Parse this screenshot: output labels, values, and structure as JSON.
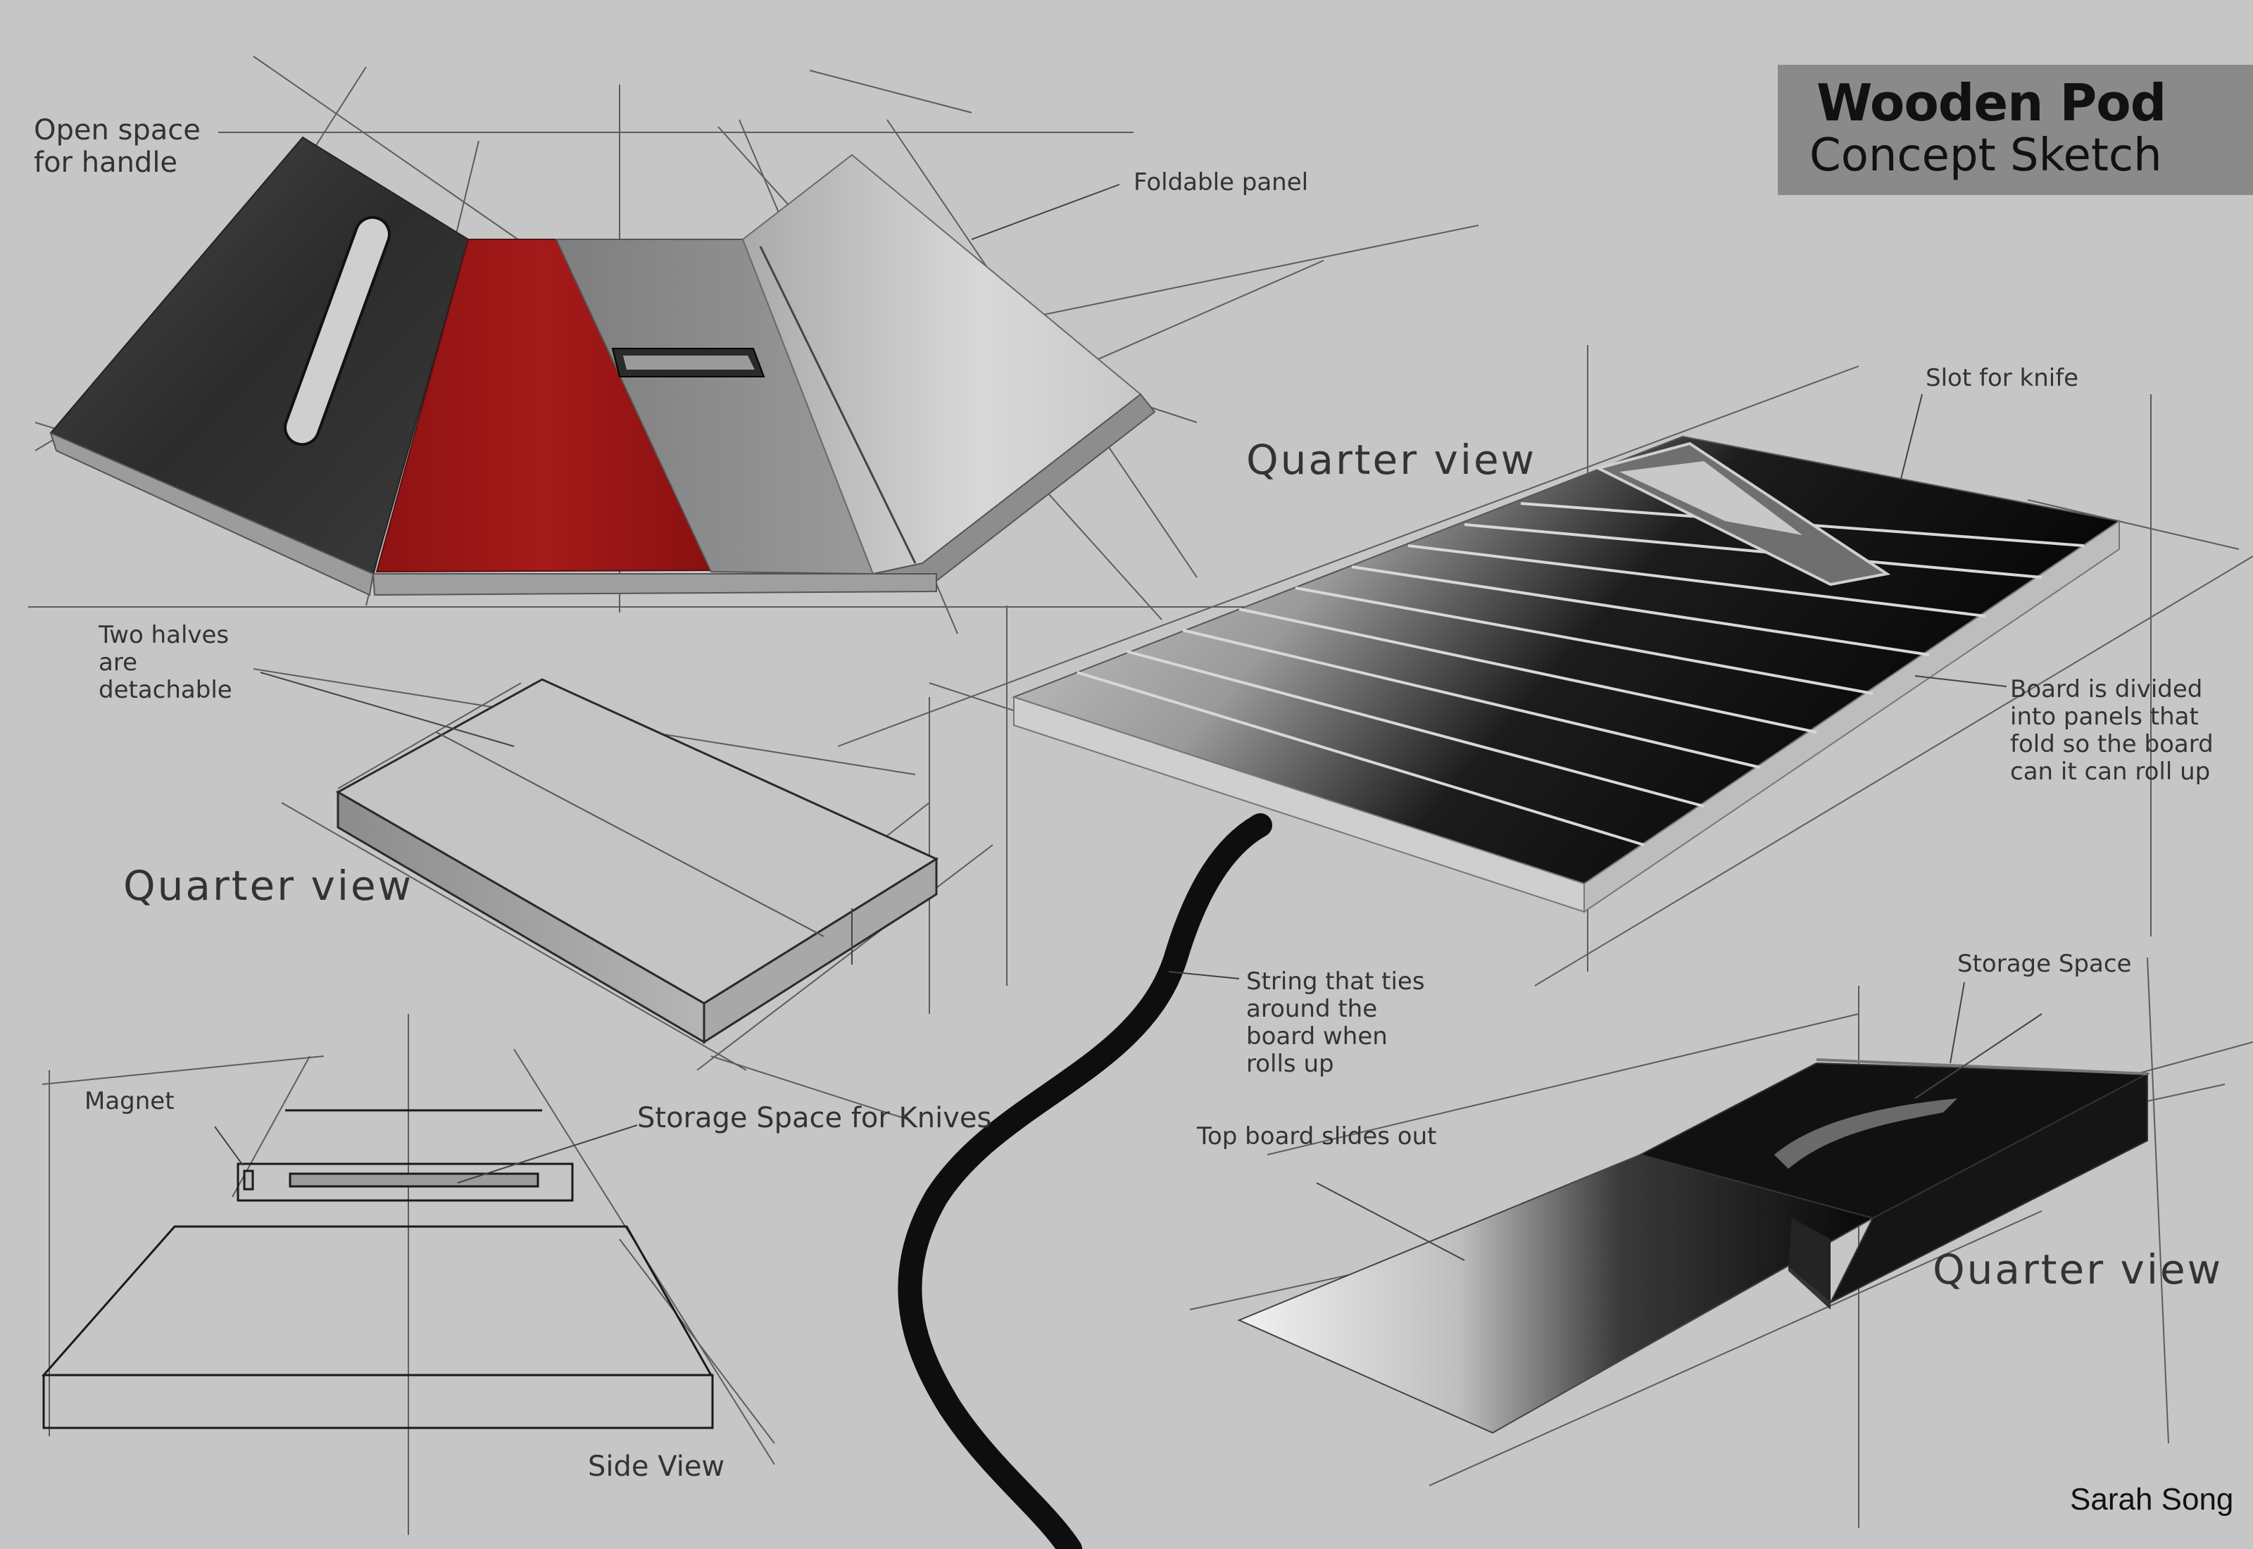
{
  "title": {
    "line1": "Wooden Pod",
    "line2": "Concept Sketch"
  },
  "author": "Sarah Song",
  "annotations": {
    "open_space_for_handle": "Open space for handle",
    "foldable_panel": "Foldable panel",
    "slot_for_knife": "Slot for knife",
    "quarter_view_top": "Quarter view",
    "two_halves_detachable": "Two halves are detachable",
    "board_divided": "Board is divided into panels that fold so the board can it can roll up",
    "quarter_view_left": "Quarter view",
    "string_ties": "String that ties around the board when rolls up",
    "storage_space_right": "Storage Space",
    "magnet": "Magnet",
    "storage_space_knives": "Storage Space for Knives",
    "top_board_slides": "Top board slides out",
    "quarter_view_right": "Quarter view",
    "side_view": "Side View"
  },
  "colors": {
    "background": "#c6c6c6",
    "title_box": "#8a8a8a",
    "accent_red": "#a01616",
    "dark_panel": "#1a1a1a"
  }
}
